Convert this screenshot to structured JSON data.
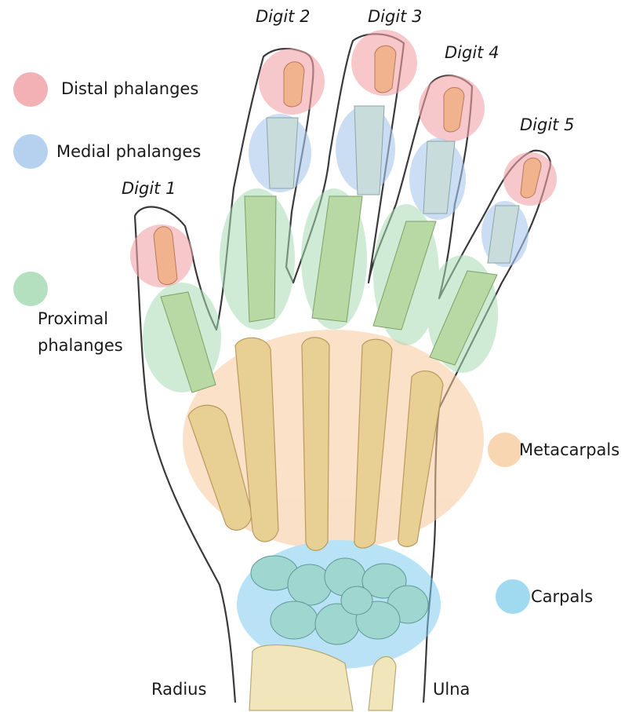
{
  "legend": [
    {
      "label": "Distal phalanges",
      "color": "#f2a3a8"
    },
    {
      "label": "Medial phalanges",
      "color": "#a9c8ec"
    },
    {
      "label": "Proximal\nphalanges",
      "color": "#a8dbb4"
    }
  ],
  "region_labels": {
    "metacarpals": "Metacarpals",
    "carpals": "Carpals",
    "radius": "Radius",
    "ulna": "Ulna"
  },
  "digits": [
    "Digit 1",
    "Digit 2",
    "Digit 3",
    "Digit 4",
    "Digit 5"
  ],
  "colors": {
    "distal": "#f2a3a8",
    "medial": "#a9c8ec",
    "proximal": "#a8dbb4",
    "metacarpals": "#f7cfa4",
    "carpals": "#8fd3ef",
    "bone": "#e8cf94",
    "outline": "#3a3a3a"
  }
}
